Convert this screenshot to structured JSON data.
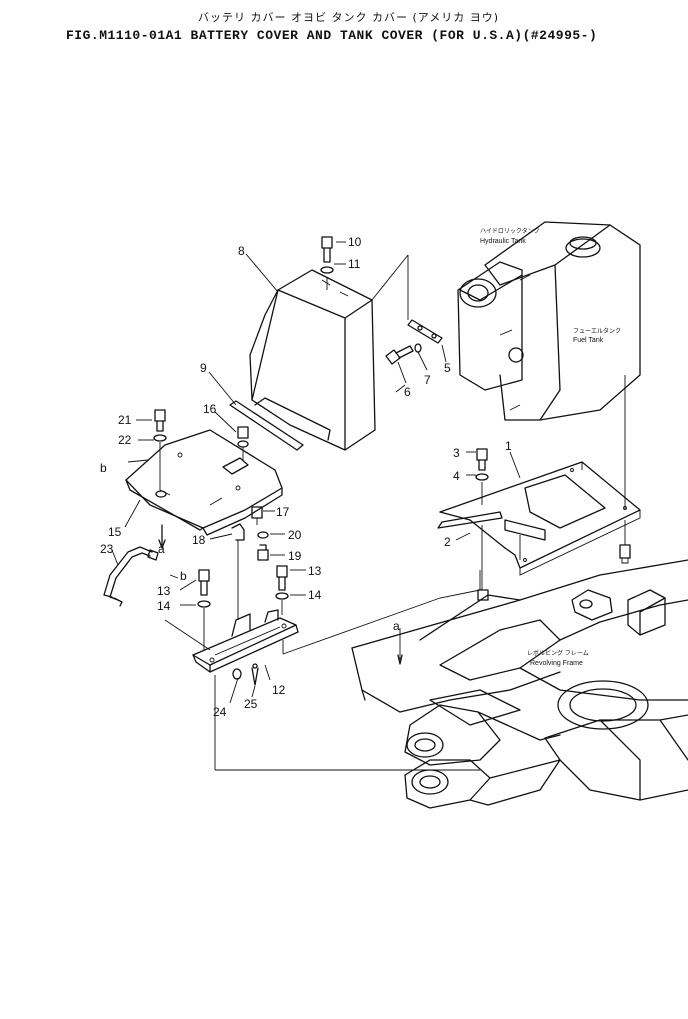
{
  "header": {
    "title_jp": "バッテリ カバー オヨビ タンク カバー (アメリカ ヨウ)",
    "title_en": "FIG.M1110-01A1  BATTERY COVER AND TANK COVER (FOR U.S.A)(#24995-)"
  },
  "labels": {
    "hydraulic_tank_jp": "ハイドロリックタンク",
    "hydraulic_tank_en": "Hydraulic Tank",
    "fuel_tank_jp": "フューエルタンク",
    "fuel_tank_en": "Fuel Tank",
    "revolving_frame_jp": "レボルビング フレーム",
    "revolving_frame_en": "Revolving Frame"
  },
  "callouts": {
    "p1": "1",
    "p2": "2",
    "p3": "3",
    "p4": "4",
    "p5": "5",
    "p6": "6",
    "p7": "7",
    "p8": "8",
    "p9": "9",
    "p10": "10",
    "p11": "11",
    "p12": "12",
    "p13a": "13",
    "p13b": "13",
    "p14a": "14",
    "p14b": "14",
    "p15": "15",
    "p16": "16",
    "p17": "17",
    "p18": "18",
    "p19": "19",
    "p20": "20",
    "p21": "21",
    "p22": "22",
    "p23": "23",
    "p24": "24",
    "p25": "25",
    "ref_a1": "a",
    "ref_a2": "a",
    "ref_b1": "b",
    "ref_b2": "b"
  }
}
